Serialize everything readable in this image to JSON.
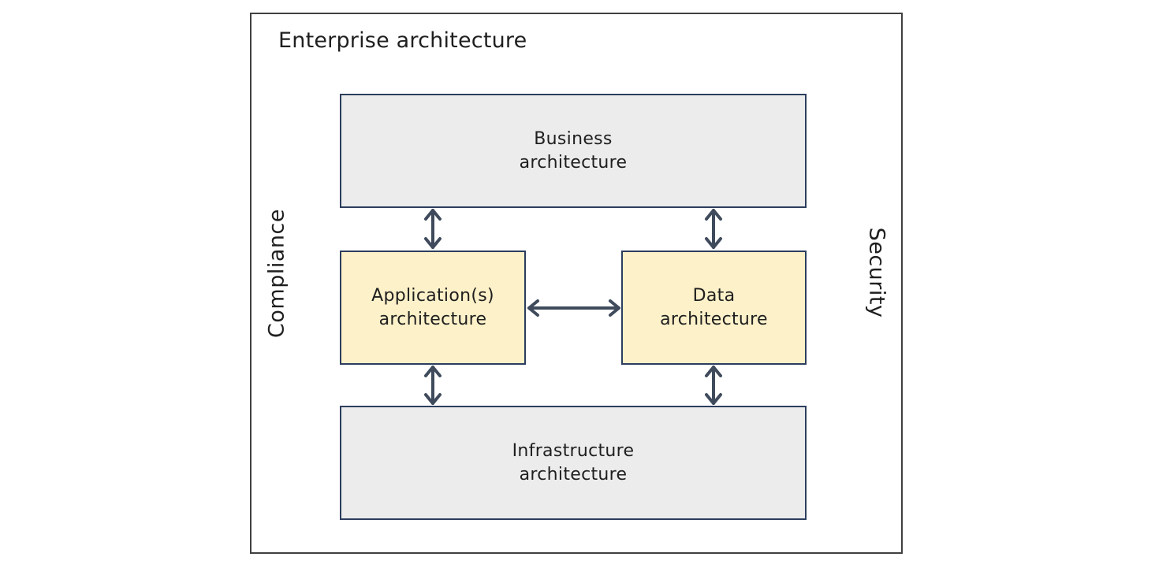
{
  "diagram": {
    "title": "Enterprise architecture",
    "side_labels": {
      "left": "Compliance",
      "right": "Security"
    },
    "boxes": {
      "business": "Business\narchitecture",
      "application": "Application(s)\narchitecture",
      "data": "Data\narchitecture",
      "infrastructure": "Infrastructure\narchitecture"
    },
    "connections": [
      {
        "from": "business",
        "to": "application",
        "direction": "bidirectional"
      },
      {
        "from": "business",
        "to": "data",
        "direction": "bidirectional"
      },
      {
        "from": "application",
        "to": "data",
        "direction": "bidirectional"
      },
      {
        "from": "application",
        "to": "infrastructure",
        "direction": "bidirectional"
      },
      {
        "from": "data",
        "to": "infrastructure",
        "direction": "bidirectional"
      }
    ],
    "colors": {
      "outer_frame": "#404040",
      "box_border": "#2c3e5e",
      "outer_layer_fill": "#ececec",
      "inner_layer_fill": "#fdf1c9",
      "arrow": "#3f4b5c"
    }
  }
}
